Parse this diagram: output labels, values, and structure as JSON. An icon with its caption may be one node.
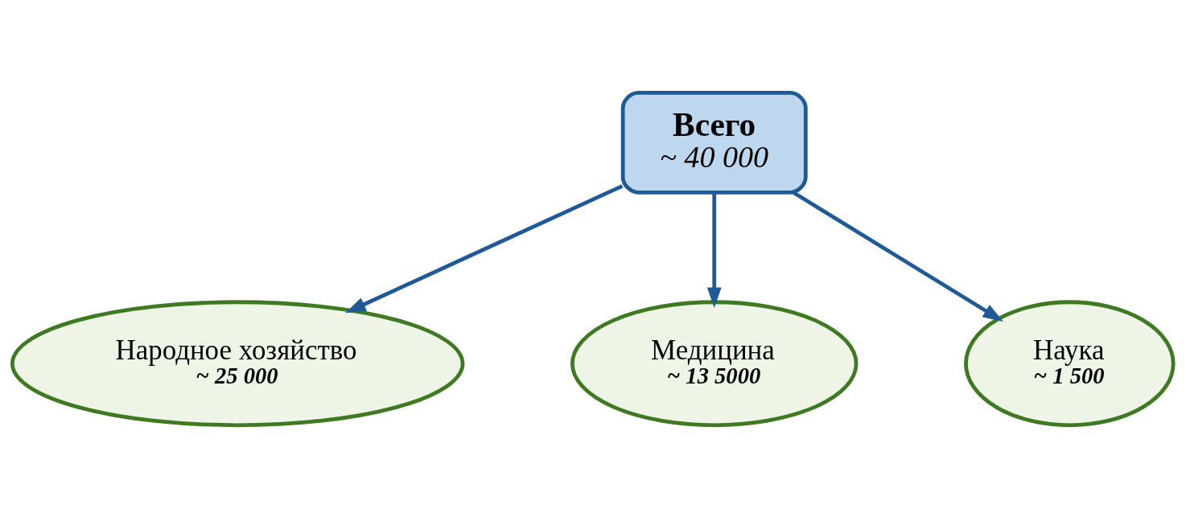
{
  "diagram": {
    "nodes": [
      {
        "text": [
          "Всего",
          "~ 40 000"
        ]
      },
      {
        "text": [
          "Народное хозяйство",
          "~ 25 000"
        ]
      },
      {
        "text": [
          "Медицина",
          "~ 13 5000"
        ]
      },
      {
        "text": [
          "Наука",
          "~ 1 500"
        ]
      }
    ],
    "edges": [
      {
        "from": 0,
        "to": 1,
        "arrow": "to"
      },
      {
        "from": 0,
        "to": 2,
        "arrow": "to"
      },
      {
        "from": 0,
        "to": 3,
        "arrow": "to"
      }
    ]
  }
}
